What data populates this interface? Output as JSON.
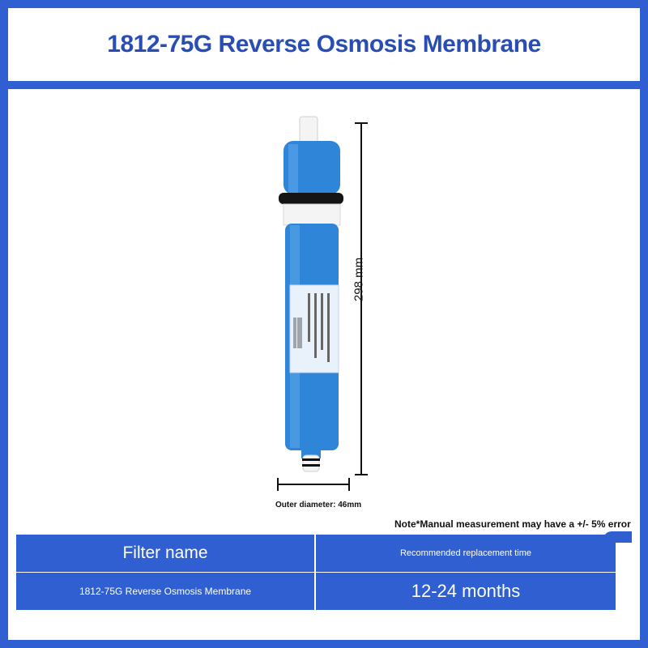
{
  "header": {
    "title": "1812-75G Reverse Osmosis Membrane"
  },
  "product": {
    "image": "reverse-osmosis-membrane-cartridge",
    "body_color": "#2f86d9",
    "cap_color": "#ffffff",
    "ring_color": "#111111"
  },
  "dimensions": {
    "height_label": "298 mm",
    "diameter_label": "Outer diameter: 46mm"
  },
  "note": "Note*Manual measurement may have a +/- 5% error",
  "table": {
    "headers": [
      "Filter name",
      "Recommended replacement time"
    ],
    "rows": [
      [
        "1812-75G Reverse Osmosis Membrane",
        "12-24 months"
      ]
    ]
  },
  "colors": {
    "frame": "#2f5fd0",
    "title_text": "#2a4db3",
    "table_bg": "#2f5fd0"
  }
}
